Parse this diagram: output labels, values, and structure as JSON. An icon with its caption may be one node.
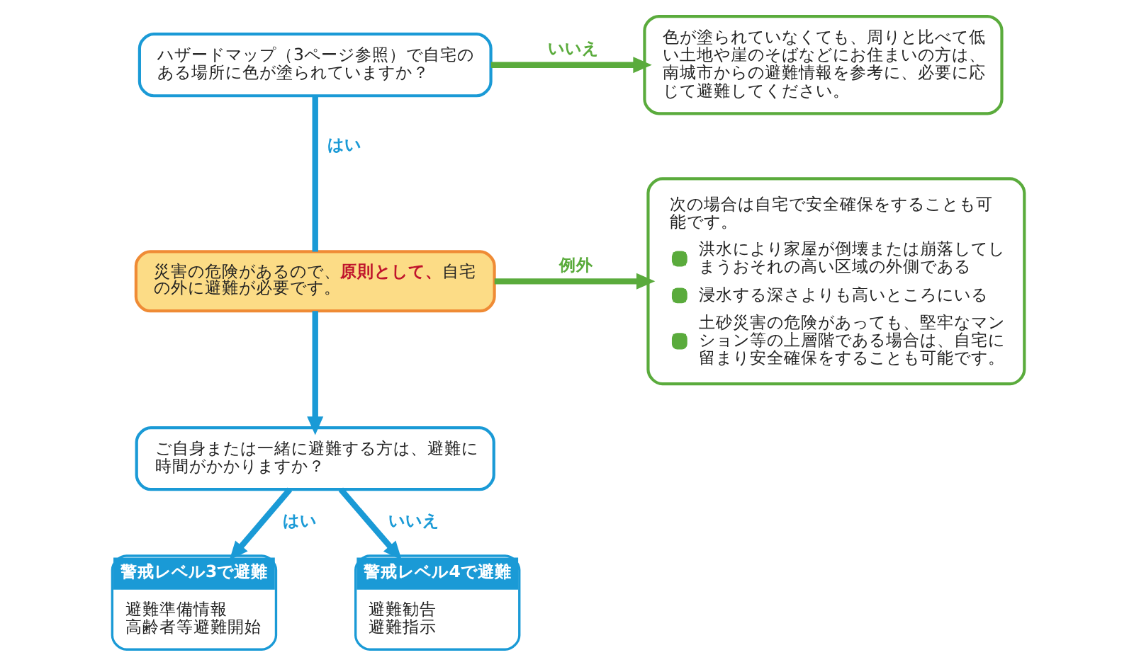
{
  "diagram": {
    "nodes": [
      {
        "text": [
          "ハザードマップ（3ページ参照）で自宅のある場所に色が塗られていますか？"
        ]
      },
      {
        "text": [
          "色が塗られていなくても、周りと比べて低い土地や崖のそばなどにお住まいの方は、南城市からの避難情報を参考に、必要に応じて避難してください。"
        ]
      },
      {
        "text": [
          "災害の危険があるので、**原則として、**自宅の外に避難が必要です。"
        ]
      },
      {
        "text": [
          "次の場合は自宅で安全確保をすることも可能です。",
          "洪水により家屋が倒壊または崩落してしまうおそれの高い区域の外側である",
          "浸水する深さよりも高いところにいる",
          "土砂災害の危険があっても、堅牢なマンション等の上層階である場合は、自宅に留まり安全確保をすることも可能です。"
        ]
      },
      {
        "text": [
          "ご自身または一緒に避難する方は、避難に時間がかかりますか？"
        ]
      },
      {
        "text": [
          "警戒レベル3で避難",
          "避難準備情報",
          "高齢者等避難開始"
        ]
      },
      {
        "text": [
          "警戒レベル4で避難",
          "避難勧告",
          "避難指示"
        ]
      }
    ],
    "edges": [
      {
        "from": 0,
        "to": 1,
        "arrow": "to",
        "label": "いいえ",
        "color": "#5aab3c"
      },
      {
        "from": 0,
        "to": 2,
        "arrow": "none",
        "label": "はい"
      },
      {
        "from": 2,
        "to": 3,
        "arrow": "to",
        "label": "例外",
        "color": "#5aab3c"
      },
      {
        "from": 2,
        "to": 4,
        "arrow": "to"
      },
      {
        "from": 4,
        "to": 5,
        "arrow": "to",
        "label": "はい"
      },
      {
        "from": 4,
        "to": 6,
        "arrow": "to",
        "label": "いいえ"
      }
    ]
  }
}
